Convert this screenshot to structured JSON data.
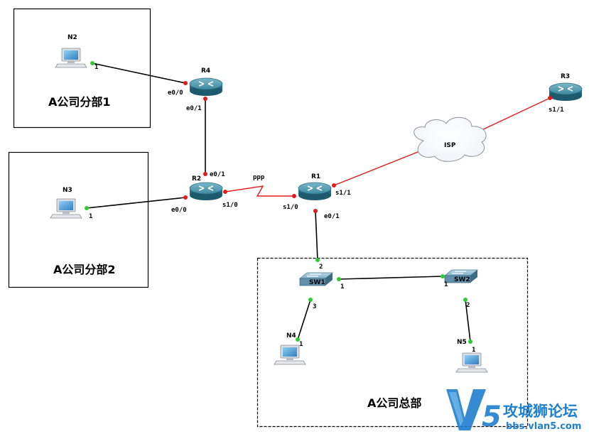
{
  "regions": {
    "branch1_title": "A公司分部1",
    "branch2_title": "A公司分部2",
    "hq_title": "A公司总部"
  },
  "devices": {
    "n2": "N2",
    "n3": "N3",
    "n4": "N4",
    "n5": "N5",
    "r1": "R1",
    "r2": "R2",
    "r3": "R3",
    "r4": "R4",
    "sw1": "SW1",
    "sw2": "SW2",
    "isp": "ISP"
  },
  "ports": {
    "n2_p": "1",
    "r4_e00": "e0/0",
    "r4_e01": "e0/1",
    "r2_e01": "e0/1",
    "r2_e00": "e0/0",
    "r2_s10": "s1/0",
    "n3_p": "1",
    "r1_s10": "s1/0",
    "r1_s11": "s1/1",
    "r1_e01": "e0/1",
    "r3_s11": "s1/1",
    "sw1_p2": "2",
    "sw1_p1": "1",
    "sw1_p3": "3",
    "sw2_p1": "1",
    "sw2_p2": "2",
    "n4_p": "1",
    "n5_p": "1"
  },
  "links": {
    "ppp": "ppp"
  },
  "watermark": {
    "logo_letter": "V",
    "logo_digit": "5",
    "site_name": "攻城狮论坛",
    "url": "bbs.vlan5.com"
  },
  "colors": {
    "ethernet_link": "#000000",
    "serial_link": "#e31b1b",
    "port_up": "#e31b1b",
    "port_green": "#2ecc2e",
    "router": "#2e7e95",
    "watermark_blue": "#1f7fd0"
  }
}
